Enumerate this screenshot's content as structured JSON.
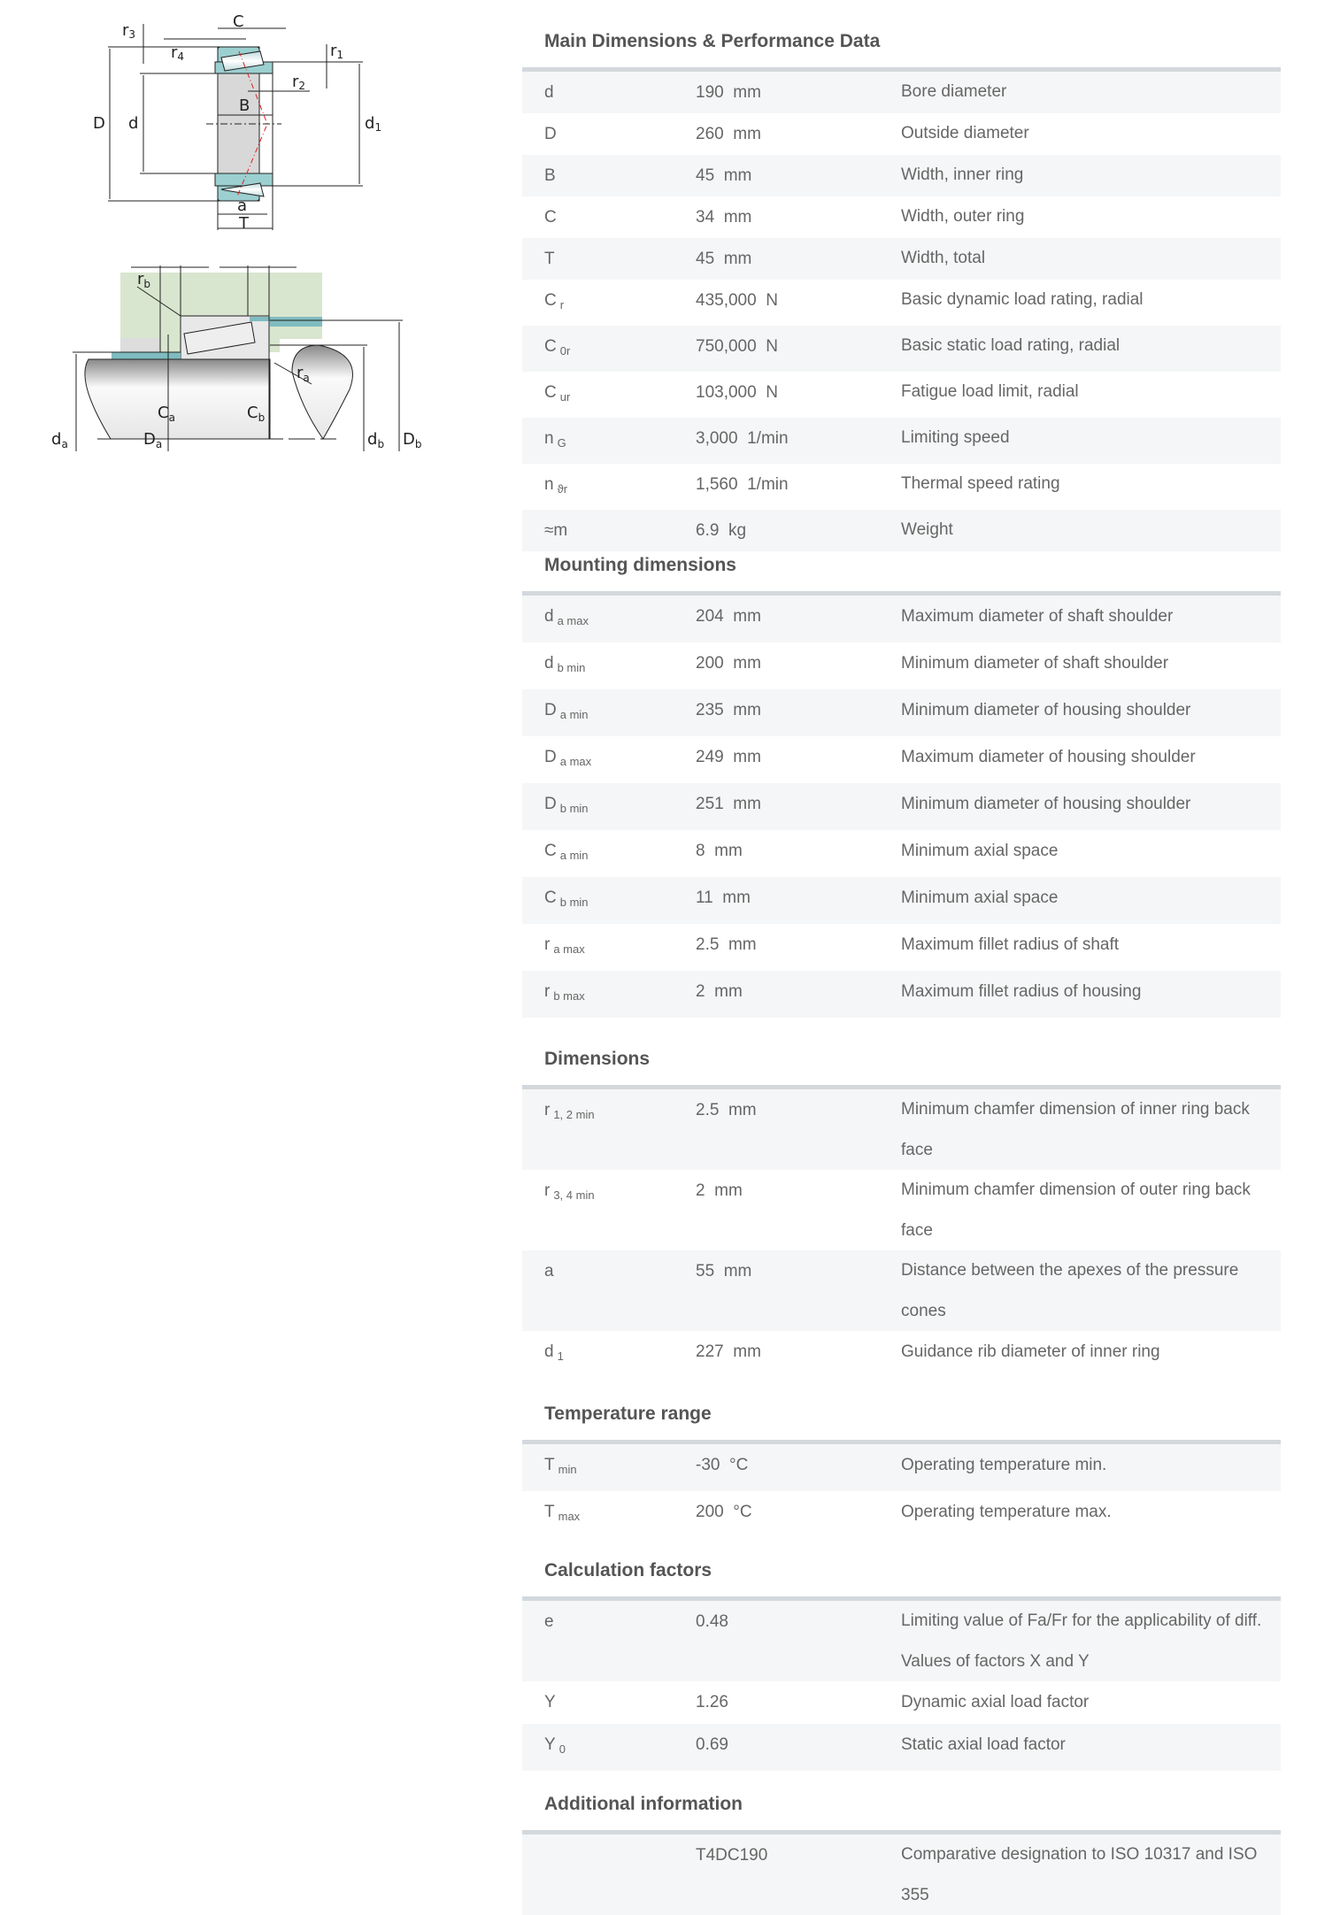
{
  "diagram": {
    "labels_top": {
      "r3": "r",
      "r3s": "3",
      "r4": "r",
      "r4s": "4",
      "C": "C",
      "r1": "r",
      "r1s": "1",
      "r2": "r",
      "r2s": "2",
      "B": "B",
      "D": "D",
      "d": "d",
      "d1": "d",
      "d1s": "1",
      "a": "a",
      "T": "T"
    },
    "labels_bottom": {
      "Ca": "C",
      "Cas": "a",
      "Cb": "C",
      "Cbs": "b",
      "rb": "r",
      "rbs": "b",
      "ra": "r",
      "ras": "a",
      "da": "d",
      "das": "a",
      "Da": "D",
      "Das": "a",
      "db": "d",
      "dbs": "b",
      "Db": "D",
      "Dbs": "b"
    }
  },
  "sections": [
    {
      "title": "Main Dimensions & Performance Data",
      "rows": [
        {
          "sym": "d",
          "sub": "",
          "val": "190  mm",
          "desc": "Bore diameter"
        },
        {
          "sym": "D",
          "sub": "",
          "val": "260  mm",
          "desc": "Outside diameter"
        },
        {
          "sym": "B",
          "sub": "",
          "val": "45  mm",
          "desc": "Width, inner ring"
        },
        {
          "sym": "C",
          "sub": "",
          "val": "34  mm",
          "desc": "Width, outer ring"
        },
        {
          "sym": "T",
          "sub": "",
          "val": "45  mm",
          "desc": "Width, total"
        },
        {
          "sym": "C",
          "sub": "r",
          "val": "435,000  N",
          "desc": "Basic dynamic load rating, radial"
        },
        {
          "sym": "C",
          "sub": "0r",
          "val": "750,000  N",
          "desc": "Basic static load rating, radial"
        },
        {
          "sym": "C",
          "sub": "ur",
          "val": "103,000  N",
          "desc": "Fatigue load limit, radial"
        },
        {
          "sym": "n",
          "sub": "G",
          "val": "3,000  1/min",
          "desc": "Limiting speed"
        },
        {
          "sym": "n",
          "sub": "ϑr",
          "val": "1,560  1/min",
          "desc": "Thermal speed rating"
        },
        {
          "sym": "≈m",
          "sub": "",
          "val": "6.9  kg",
          "desc": "Weight"
        }
      ]
    },
    {
      "title": "Mounting dimensions",
      "rows": [
        {
          "sym": "d",
          "sub": "a max",
          "val": "204  mm",
          "desc": "Maximum diameter of shaft shoulder"
        },
        {
          "sym": "d",
          "sub": "b min",
          "val": "200  mm",
          "desc": "Minimum diameter of shaft shoulder"
        },
        {
          "sym": "D",
          "sub": "a min",
          "val": "235  mm",
          "desc": "Minimum diameter of housing shoulder"
        },
        {
          "sym": "D",
          "sub": "a max",
          "val": "249  mm",
          "desc": "Maximum diameter of housing shoulder"
        },
        {
          "sym": "D",
          "sub": "b min",
          "val": "251  mm",
          "desc": "Minimum diameter of housing shoulder"
        },
        {
          "sym": "C",
          "sub": "a min",
          "val": "8  mm",
          "desc": "Minimum axial space"
        },
        {
          "sym": "C",
          "sub": "b min",
          "val": "11  mm",
          "desc": "Minimum axial space"
        },
        {
          "sym": "r",
          "sub": "a max",
          "val": "2.5  mm",
          "desc": "Maximum fillet radius of shaft"
        },
        {
          "sym": "r",
          "sub": "b max",
          "val": "2  mm",
          "desc": "Maximum fillet radius of housing"
        }
      ]
    },
    {
      "title": "Dimensions",
      "rows": [
        {
          "sym": "r",
          "sub": "1, 2 min",
          "val": "2.5  mm",
          "desc": "Minimum chamfer dimension of inner ring back face"
        },
        {
          "sym": "r",
          "sub": "3, 4 min",
          "val": "2  mm",
          "desc": "Minimum chamfer dimension of outer ring back face"
        },
        {
          "sym": "a",
          "sub": "",
          "val": "55  mm",
          "desc": "Distance between the apexes of the pressure cones"
        },
        {
          "sym": "d",
          "sub": "1",
          "val": "227  mm",
          "desc": "Guidance rib diameter of inner ring"
        }
      ]
    },
    {
      "title": "Temperature range",
      "rows": [
        {
          "sym": "T",
          "sub": "min",
          "val": "-30  °C",
          "desc": "Operating temperature min."
        },
        {
          "sym": "T",
          "sub": "max",
          "val": "200  °C",
          "desc": "Operating temperature max."
        }
      ]
    },
    {
      "title": "Calculation factors",
      "rows": [
        {
          "sym": "e",
          "sub": "",
          "val": "0.48",
          "desc": "Limiting value of Fa/Fr for the applicability of diff. Values of factors X and Y"
        },
        {
          "sym": "Y",
          "sub": "",
          "val": "1.26",
          "desc": "Dynamic axial load factor"
        },
        {
          "sym": "Y",
          "sub": "0",
          "val": "0.69",
          "desc": "Static axial load factor"
        }
      ]
    },
    {
      "title": "Additional information",
      "rows": [
        {
          "sym": "",
          "sub": "",
          "val": "T4DC190",
          "desc": "Comparative designation to ISO 10317 and ISO 355"
        }
      ]
    }
  ]
}
